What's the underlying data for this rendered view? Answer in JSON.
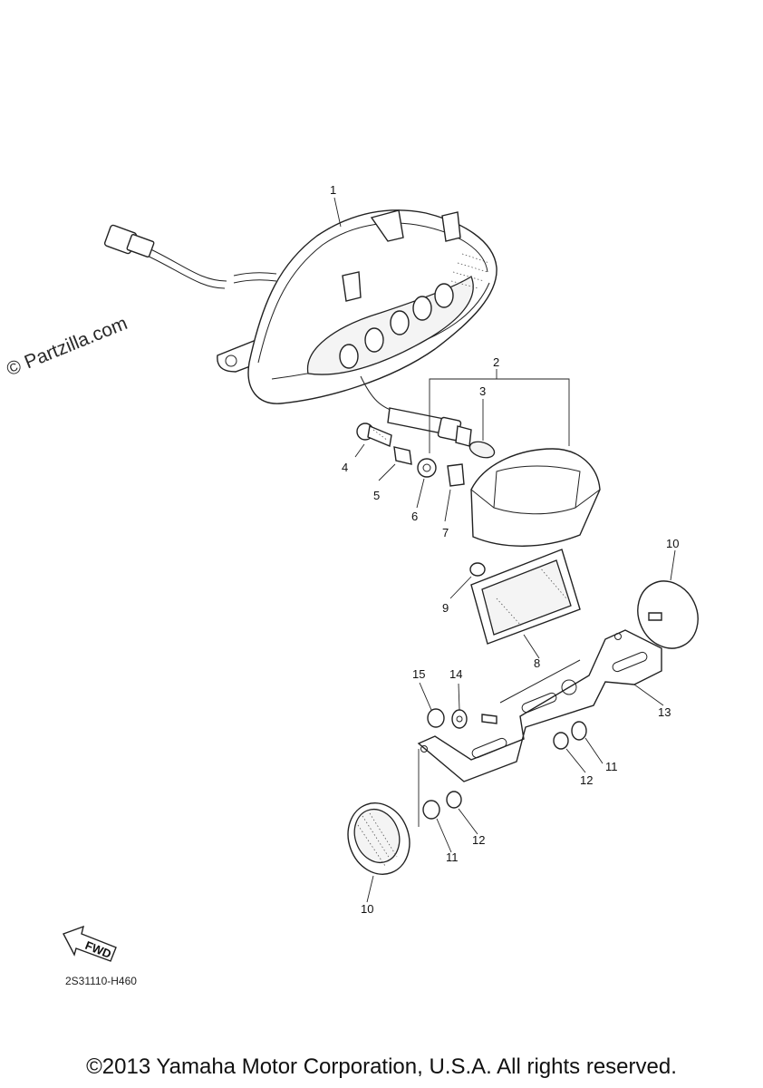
{
  "watermark": "© Partzilla.com",
  "diagram_code": "2S31110-H460",
  "copyright": "©2013 Yamaha Motor Corporation, U.S.A. All rights reserved.",
  "fwd_label": "FWD",
  "callouts": {
    "c1": "1",
    "c2": "2",
    "c3": "3",
    "c4": "4",
    "c5": "5",
    "c6": "6",
    "c7": "7",
    "c8": "8",
    "c9": "9",
    "c10a": "10",
    "c10b": "10",
    "c11a": "11",
    "c11b": "11",
    "c12a": "12",
    "c12b": "12",
    "c13": "13",
    "c14": "14",
    "c15": "15"
  }
}
